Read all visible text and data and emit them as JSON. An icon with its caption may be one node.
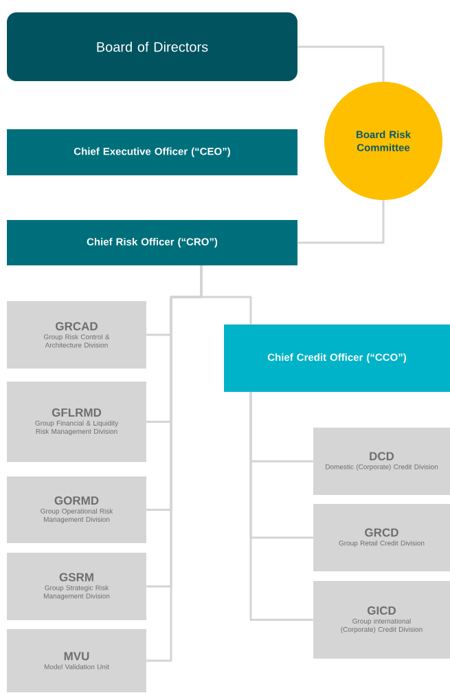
{
  "diagram": {
    "nodes": [
      {
        "text": [
          "Board of Directors"
        ]
      },
      {
        "text": [
          "Board Risk Committee"
        ]
      },
      {
        "text": [
          "Chief Executive Officer (“CEO”)"
        ]
      },
      {
        "text": [
          "Chief Risk Officer (“CRO”)"
        ]
      },
      {
        "text": [
          "GRCAD",
          "Group Risk Control & Architecture Division"
        ]
      },
      {
        "text": [
          "GFLRMD",
          "Group Financial & Liquidity Risk Management Division"
        ]
      },
      {
        "text": [
          "GORMD",
          "Group Operational Risk Management Division"
        ]
      },
      {
        "text": [
          "GSRM",
          "Group Strategic Risk Management Division"
        ]
      },
      {
        "text": [
          "MVU",
          "Model Validation Unit"
        ]
      },
      {
        "text": [
          "Chief Credit Officer (“CCO”)"
        ]
      },
      {
        "text": [
          "DCD",
          "Domestic (Corporate) Credit Division"
        ]
      },
      {
        "text": [
          "GRCD",
          "Group Retail Credit Division"
        ]
      },
      {
        "text": [
          "GICD",
          "Group international (Corporate) Credit Division"
        ]
      }
    ],
    "edges": [
      {
        "from": 0,
        "to": 1,
        "arrow": "none"
      },
      {
        "from": 1,
        "to": 3,
        "arrow": "none"
      },
      {
        "from": 3,
        "to": 4,
        "arrow": "none"
      },
      {
        "from": 3,
        "to": 5,
        "arrow": "none"
      },
      {
        "from": 3,
        "to": 6,
        "arrow": "none"
      },
      {
        "from": 3,
        "to": 7,
        "arrow": "none"
      },
      {
        "from": 3,
        "to": 8,
        "arrow": "none"
      },
      {
        "from": 3,
        "to": 9,
        "arrow": "none"
      },
      {
        "from": 9,
        "to": 10,
        "arrow": "none"
      },
      {
        "from": 9,
        "to": 11,
        "arrow": "none"
      },
      {
        "from": 9,
        "to": 12,
        "arrow": "none"
      }
    ]
  }
}
